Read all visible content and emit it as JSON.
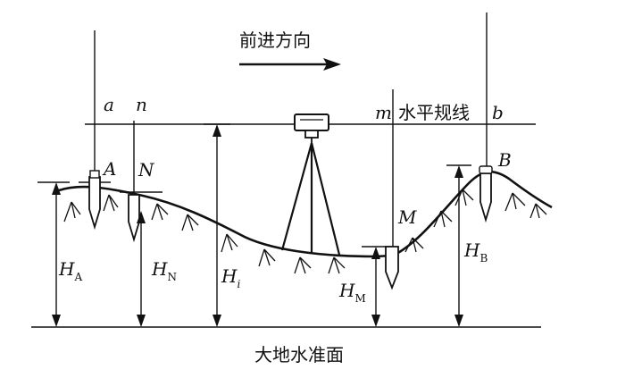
{
  "diagram": {
    "direction_label": "前进方向",
    "horizontal_line_label": "水平规线",
    "datum_label": "大地水准面",
    "staff_labels": {
      "a": "a",
      "n": "n",
      "m": "m",
      "b": "b"
    },
    "point_labels": {
      "A": "A",
      "N": "N",
      "M": "M",
      "B": "B"
    },
    "heights": {
      "HA": {
        "main": "H",
        "sub": "A"
      },
      "HN": {
        "main": "H",
        "sub": "N"
      },
      "Hi": {
        "main": "H",
        "sub": "i"
      },
      "HM": {
        "main": "H",
        "sub": "M"
      },
      "HB": {
        "main": "H",
        "sub": "B"
      }
    }
  }
}
